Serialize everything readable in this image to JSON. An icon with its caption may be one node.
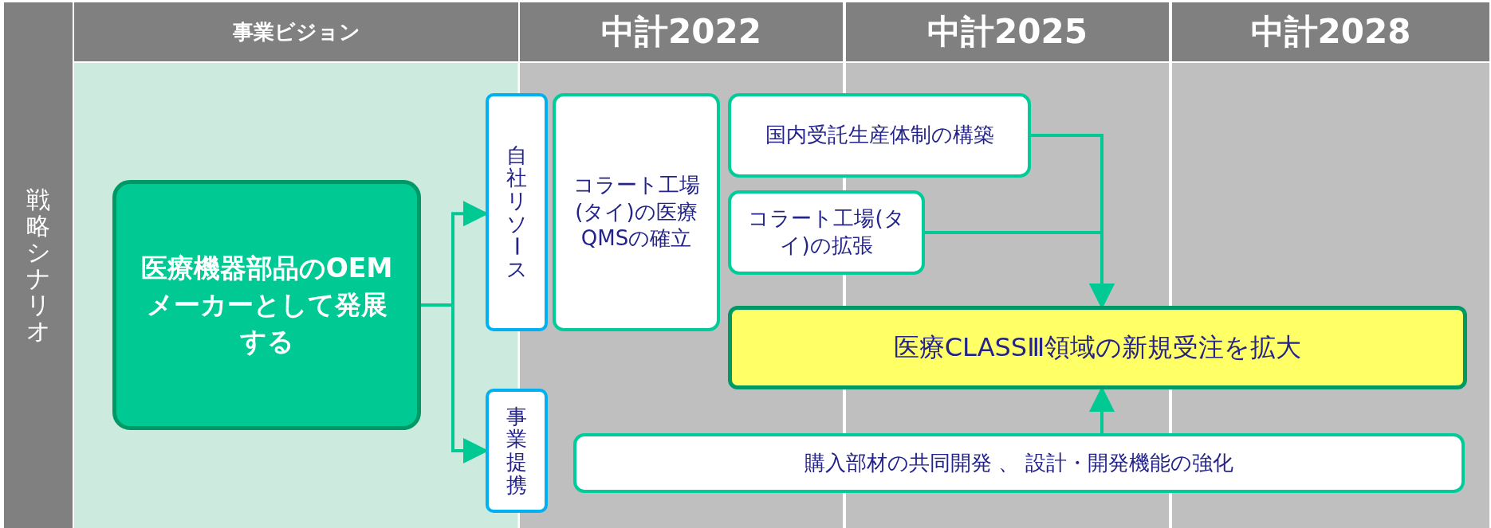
{
  "diagram": {
    "nodes": [
      {
        "text": [
          "戦略シナリオ"
        ]
      },
      {
        "text": [
          "事業ビジョン"
        ]
      },
      {
        "text": [
          "中計2022"
        ]
      },
      {
        "text": [
          "中計2025"
        ]
      },
      {
        "text": [
          "中計2028"
        ]
      },
      {
        "text": [
          "医療機器部品のOEMメーカーとして発展する"
        ]
      },
      {
        "text": [
          "自社リソース"
        ]
      },
      {
        "text": [
          "事業提携"
        ]
      },
      {
        "text": [
          "コラート工場(タイ)の医療QMSの確立"
        ]
      },
      {
        "text": [
          "国内受託生産体制の構築"
        ]
      },
      {
        "text": [
          "コラート工場(タイ)の拡張"
        ]
      },
      {
        "text": [
          "医療CLASSⅢ領域の新規受注を拡大"
        ]
      },
      {
        "text": [
          "購入部材の共同開発 、 設計・開発機能の強化"
        ]
      }
    ],
    "edges": [
      {
        "from": 5,
        "to": 6,
        "arrow": "to"
      },
      {
        "from": 5,
        "to": 7,
        "arrow": "to"
      },
      {
        "from": 9,
        "to": 11,
        "arrow": "to"
      },
      {
        "from": 10,
        "to": 11,
        "arrow": "to"
      },
      {
        "from": 12,
        "to": 11,
        "arrow": "to"
      }
    ]
  }
}
